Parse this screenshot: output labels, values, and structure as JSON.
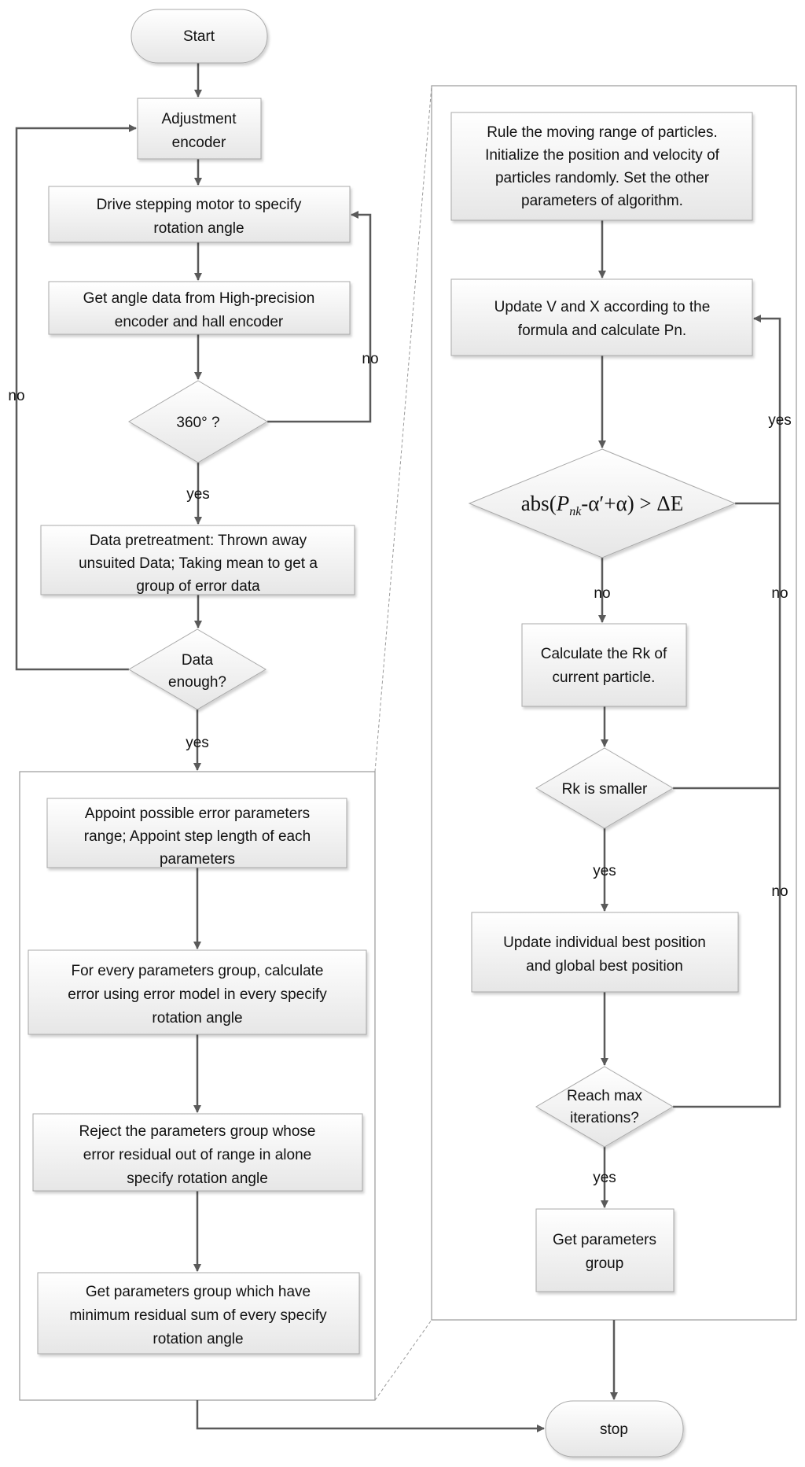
{
  "nodes": {
    "start": "Start",
    "adjust": [
      "Adjustment",
      "encoder"
    ],
    "drive": [
      "Drive stepping motor to specify",
      "rotation angle"
    ],
    "get_angle": [
      "Get angle data from High-precision",
      "encoder and hall encoder"
    ],
    "check_360": "360° ?",
    "pretreat": [
      "Data pretreatment: Thrown away",
      "unsuited Data; Taking mean to get a",
      "group of error data"
    ],
    "data_enough": [
      "Data",
      "enough?"
    ],
    "appoint": [
      "Appoint possible error parameters",
      "range; Appoint step length of each",
      "parameters"
    ],
    "for_every": [
      "For every parameters group, calculate",
      "error using error model in every specify",
      "rotation angle"
    ],
    "reject": [
      "Reject the parameters group whose",
      "error residual  out of range in alone",
      "specify rotation angle"
    ],
    "get_min": [
      "Get parameters group which have",
      "minimum residual sum of every specify",
      "rotation angle"
    ],
    "rule": [
      "Rule the moving range of particles.",
      "Initialize the position and velocity of",
      "particles randomly. Set the other",
      "parameters of algorithm."
    ],
    "update_vx": [
      "Update V and X according to the",
      "formula and calculate Pn."
    ],
    "abs_check": {
      "prefix": "abs(",
      "P": "P",
      "sub": "nk",
      "rest": "-α′+α) > ΔE"
    },
    "calc_rk": [
      "Calculate the Rk of",
      "current particle."
    ],
    "rk_smaller": "Rk is smaller",
    "update_best": [
      "Update individual best position",
      "and global best position"
    ],
    "reach_max": [
      "Reach max",
      "iterations?"
    ],
    "get_group": [
      "Get parameters",
      "group"
    ],
    "stop": "stop"
  },
  "labels": {
    "no": "no",
    "yes": "yes"
  }
}
